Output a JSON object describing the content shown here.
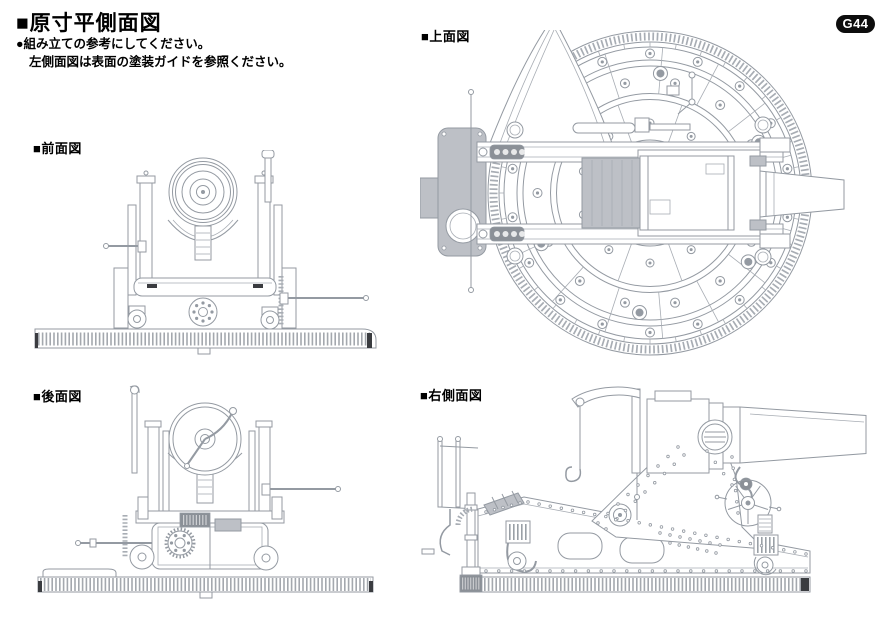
{
  "page": {
    "title": "■原寸平側面図",
    "notes": [
      "●組み立ての参考にしてください。",
      "左側面図は表面の塗装ガイドを参照ください。"
    ],
    "badge": "G44",
    "views": {
      "top": "■上面図",
      "front": "■前面図",
      "rear": "■後面図",
      "right": "■右側面図"
    },
    "colors": {
      "text": "#000000",
      "drawing_line": "#949aa2",
      "drawing_line_light": "#a8adb4",
      "hatch_fill": "#bdc0c6",
      "dark_fill": "#8b9097",
      "badge_bg": "#0d0d0d",
      "badge_text": "#ffffff",
      "background": "#ffffff"
    }
  }
}
